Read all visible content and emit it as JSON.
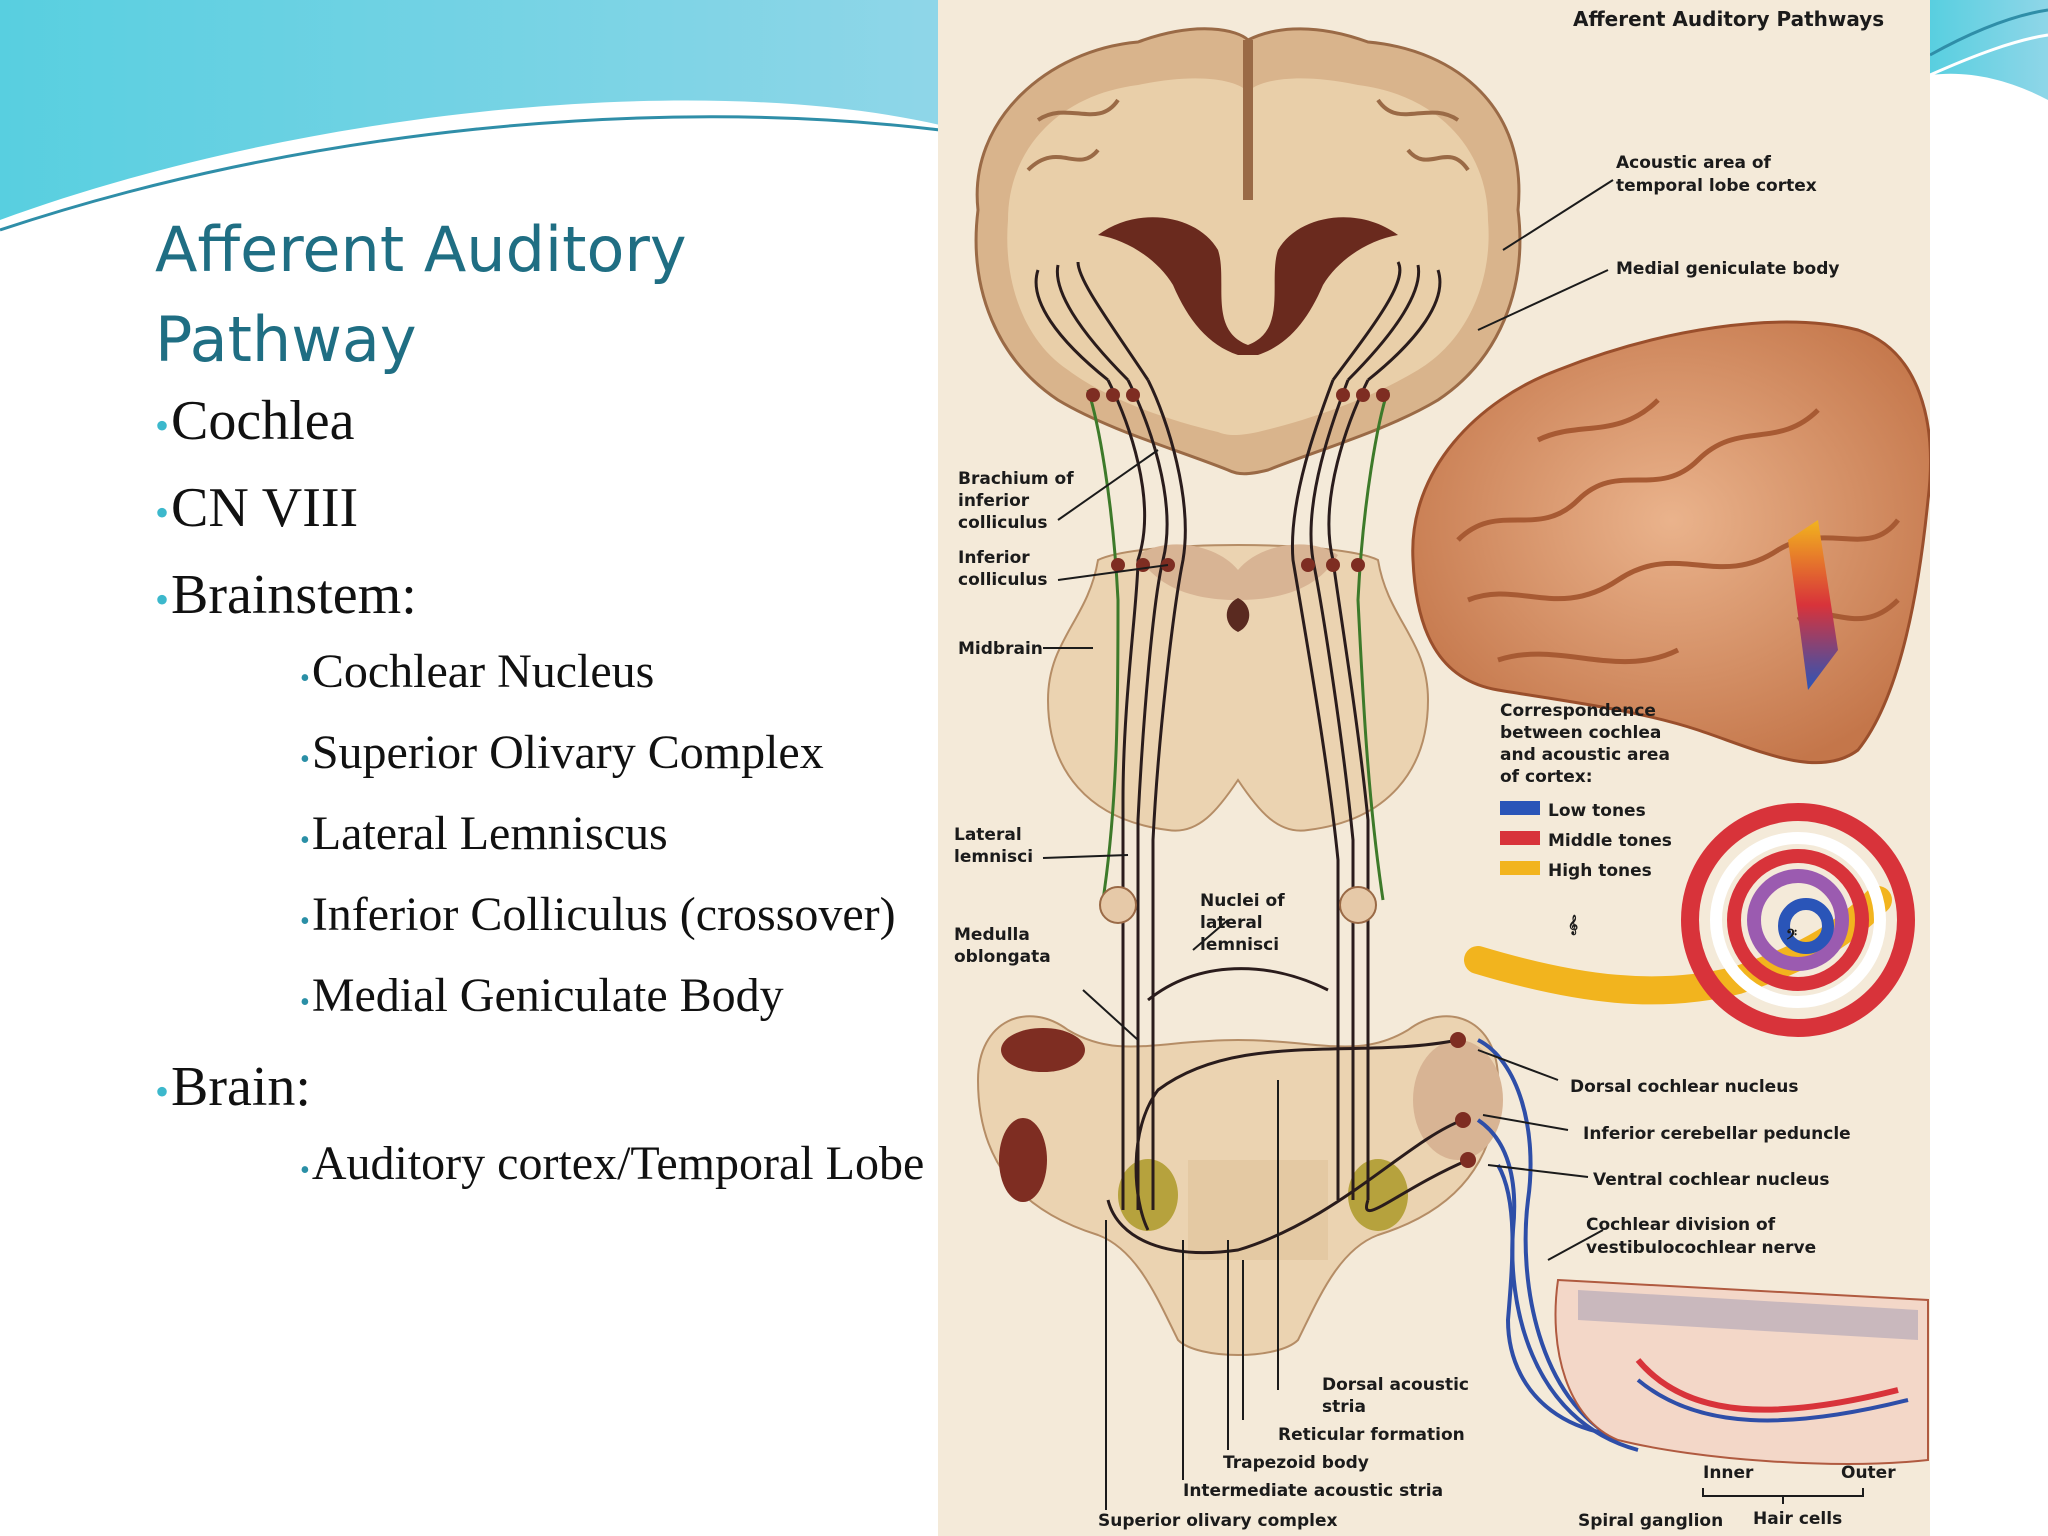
{
  "slide": {
    "title": "Afferent Auditory Pathway",
    "bullets": [
      {
        "text": "Cochlea",
        "level": 1
      },
      {
        "text": "CN VIII",
        "level": 1
      },
      {
        "text": "Brainstem:",
        "level": 1
      },
      {
        "text": "Cochlear Nucleus",
        "level": 2
      },
      {
        "text": "Superior Olivary Complex",
        "level": 2
      },
      {
        "text": "Lateral Lemniscus",
        "level": 2
      },
      {
        "text": "Inferior Colliculus (crossover)",
        "level": 2
      },
      {
        "text": "Medial Geniculate Body",
        "level": 2
      },
      {
        "text": "Brain:",
        "level": 1
      },
      {
        "text": "Auditory cortex/Temporal Lobe",
        "level": 2
      }
    ]
  },
  "figure": {
    "title": "Afferent Auditory Pathways",
    "labels": {
      "acoustic_area_1": "Acoustic area of",
      "acoustic_area_2": "temporal lobe cortex",
      "medial_geniculate": "Medial geniculate body",
      "brachium_1": "Brachium of",
      "brachium_2": "inferior",
      "brachium_3": "colliculus",
      "inf_coll_1": "Inferior",
      "inf_coll_2": "colliculus",
      "midbrain": "Midbrain",
      "lat_lem_1": "Lateral",
      "lat_lem_2": "lemnisci",
      "nuclei_1": "Nuclei of",
      "nuclei_2": "lateral",
      "nuclei_3": "lemnisci",
      "medulla_1": "Medulla",
      "medulla_2": "oblongata",
      "dorsal_cochlear": "Dorsal cochlear nucleus",
      "inf_cereb": "Inferior cerebellar peduncle",
      "ventral_cochlear": "Ventral cochlear nucleus",
      "cochlear_div_1": "Cochlear division of",
      "cochlear_div_2": "vestibulocochlear nerve",
      "dorsal_stria_1": "Dorsal acoustic",
      "dorsal_stria_2": "stria",
      "reticular": "Reticular formation",
      "trapezoid": "Trapezoid body",
      "intermediate": "Intermediate acoustic stria",
      "superior_olivary": "Superior olivary complex",
      "spiral_ganglion": "Spiral ganglion",
      "inner": "Inner",
      "outer": "Outer",
      "hair_cells": "Hair cells"
    },
    "legend": {
      "heading_1": "Correspondence",
      "heading_2": "between cochlea",
      "heading_3": "and acoustic area",
      "heading_4": "of cortex:",
      "items": [
        {
          "label": "Low tones",
          "color": "#2a55b8"
        },
        {
          "label": "Middle tones",
          "color": "#d8333a"
        },
        {
          "label": "High tones",
          "color": "#f2b41e"
        }
      ]
    },
    "symbols": {
      "treble": "𝄞",
      "bass": "𝄢"
    }
  },
  "colors": {
    "title": "#1f6e83",
    "bullet_dot": "#3cb8cc",
    "figure_bg": "#f4ead9",
    "tissue": "#edd6b4",
    "pathway": "#2a1c1c"
  }
}
